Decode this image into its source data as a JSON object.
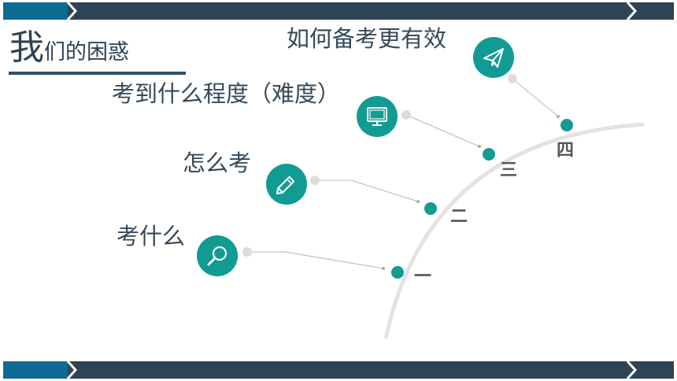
{
  "title": {
    "first_char": "我",
    "rest": "们的困惑"
  },
  "items": [
    {
      "label": "考什么",
      "number": "一",
      "icon": "magnifier-icon"
    },
    {
      "label": "怎么考",
      "number": "二",
      "icon": "pencil-icon"
    },
    {
      "label": "考到什么程度（难度）",
      "number": "三",
      "icon": "monitor-icon"
    },
    {
      "label": "如何备考更有效",
      "number": "四",
      "icon": "paper-plane-icon"
    }
  ],
  "colors": {
    "accent": "#129b92",
    "bar_dark": "#2e4353",
    "bar_blue": "#0e6b94",
    "arc": "#e3e3e3"
  }
}
